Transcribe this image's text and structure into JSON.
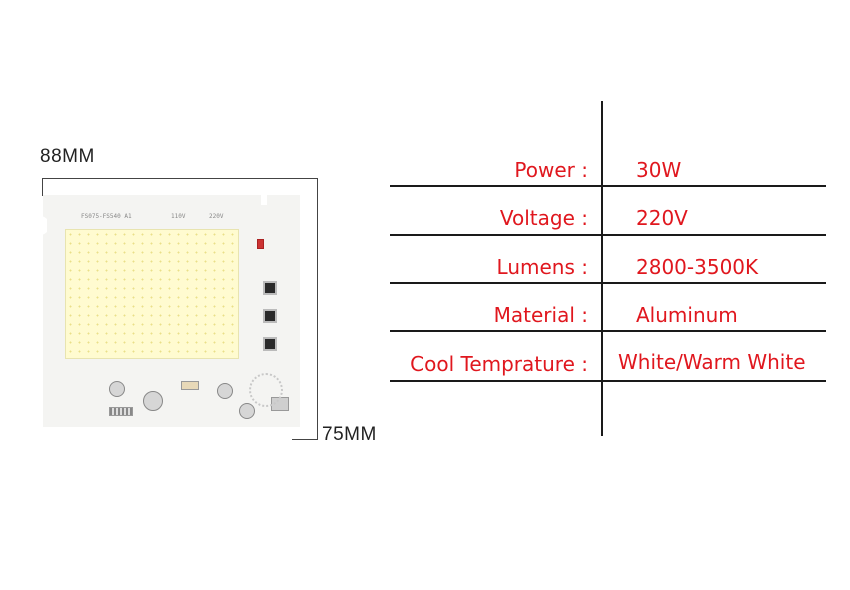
{
  "dimensions": {
    "width_label": "88MM",
    "height_label": "75MM"
  },
  "board": {
    "model_text": "FS075-FS540 A1",
    "voltage_mark_1": "110V",
    "voltage_mark_2": "220V"
  },
  "specs": [
    {
      "label": "Power :",
      "value": "30W"
    },
    {
      "label": "Voltage :",
      "value": "220V"
    },
    {
      "label": "Lumens :",
      "value": "2800-3500K"
    },
    {
      "label": "Material :",
      "value": "Aluminum"
    },
    {
      "label": "Cool Temprature :",
      "value": "White/Warm White"
    }
  ],
  "colors": {
    "spec_text": "#e0171e",
    "lines": "#1a1a1a",
    "led_panel": "#fffbd0"
  }
}
